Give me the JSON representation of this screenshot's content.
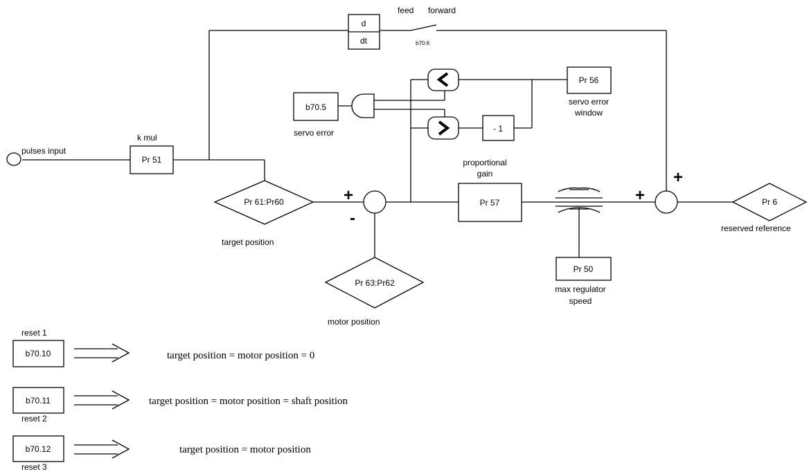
{
  "input": {
    "label": "pulses input"
  },
  "kmul": {
    "title": "k mul",
    "param": "Pr 51"
  },
  "derivative": {
    "top": "d",
    "bottom": "dt"
  },
  "feed_forward": {
    "word1": "feed",
    "word2": "forward",
    "bit": "b70.6"
  },
  "target": {
    "param": "Pr 61:Pr60",
    "caption": "target position"
  },
  "motor": {
    "param": "Pr 63:Pr62",
    "caption": "motor position"
  },
  "servo_error": {
    "bit": "b70.5",
    "caption": "servo error"
  },
  "window": {
    "param": "Pr 56",
    "caption1": "servo error",
    "caption2": "window"
  },
  "neg_one": {
    "label": "- 1"
  },
  "gain": {
    "param": "Pr 57",
    "caption1": "proportional",
    "caption2": "gain"
  },
  "limiter": {
    "param": "Pr 50",
    "caption1": "max regulator",
    "caption2": "speed"
  },
  "output": {
    "param": "Pr 6",
    "caption": "reserved reference"
  },
  "signs": {
    "plus": "+",
    "minus": "-"
  },
  "resets": [
    {
      "name": "reset 1",
      "bit": "b70.10",
      "text": "target position = motor position = 0"
    },
    {
      "name": "reset 2",
      "bit": "b70.11",
      "text": "target position = motor position = shaft position"
    },
    {
      "name": "reset 3",
      "bit": "b70.12",
      "text": "target position = motor position"
    }
  ]
}
